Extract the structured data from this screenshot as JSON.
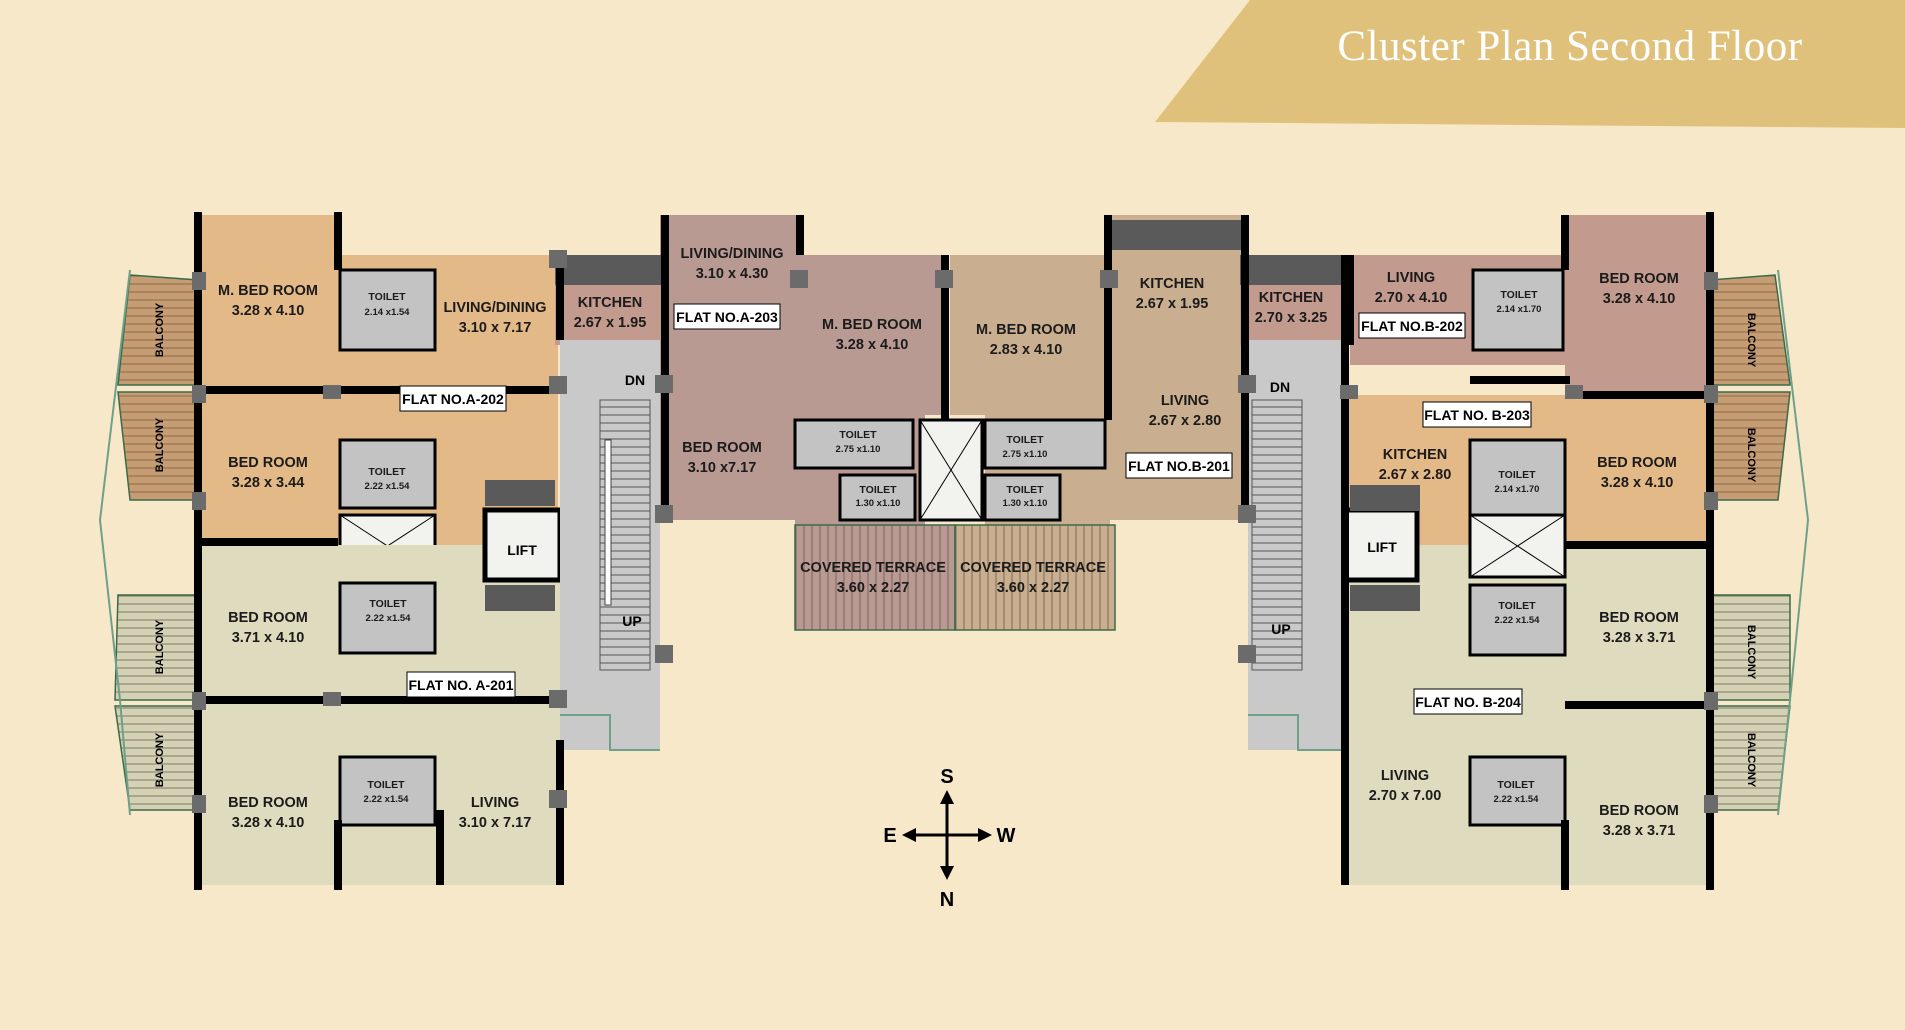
{
  "title": "Cluster Plan Second Floor",
  "colors": {
    "background": "#f7e8c9",
    "ribbon": "#e0c17c",
    "flat_a202": "#e3b987",
    "flat_a201": "#dedbbf",
    "flat_a203": "#b99a93",
    "flat_b201": "#c9ae90",
    "flat_b202": "#c29a8e",
    "flat_b203": "#e3b987",
    "flat_b204": "#dedbbf",
    "toilet": "#c3c3c3",
    "wall": "#000000",
    "lift_shaft": "#c9c9c9"
  },
  "flats": {
    "a202": "FLAT NO.A-202",
    "a201": "FLAT NO. A-201",
    "a203": "FLAT NO.A-203",
    "b201": "FLAT NO.B-201",
    "b202": "FLAT NO.B-202",
    "b203": "FLAT NO. B-203",
    "b204": "FLAT NO. B-204"
  },
  "rooms": {
    "a202_mbed": {
      "name": "M. BED ROOM",
      "dim": "3.28 x 4.10"
    },
    "a202_toilet": {
      "name": "TOILET",
      "dim": "2.14 x1.54"
    },
    "a202_living": {
      "name": "LIVING/DINING",
      "dim": "3.10 x 7.17"
    },
    "a202_kitchen": {
      "name": "KITCHEN",
      "dim": "2.67 x 1.95"
    },
    "a202_bed": {
      "name": "BED ROOM",
      "dim": "3.28 x 3.44"
    },
    "a202_toilet2": {
      "name": "TOILET",
      "dim": "2.22 x1.54"
    },
    "a201_bed": {
      "name": "BED ROOM",
      "dim": "3.71 x 4.10"
    },
    "a201_toilet": {
      "name": "TOILET",
      "dim": "2.22 x1.54"
    },
    "a201_bed2": {
      "name": "BED ROOM",
      "dim": "3.28 x 4.10"
    },
    "a201_toilet2": {
      "name": "TOILET",
      "dim": "2.22 x1.54"
    },
    "a201_living": {
      "name": "LIVING",
      "dim": "3.10 x 7.17"
    },
    "a203_living": {
      "name": "LIVING/DINING",
      "dim": "3.10 x 4.30"
    },
    "a203_bed": {
      "name": "BED ROOM",
      "dim": "3.10 x7.17"
    },
    "a203_mbed": {
      "name": "M. BED ROOM",
      "dim": "3.28 x 4.10"
    },
    "a203_toilet": {
      "name": "TOILET",
      "dim": "2.75 x1.10"
    },
    "a203_toilet2": {
      "name": "TOILET",
      "dim": "1.30 x1.10"
    },
    "a203_terrace": {
      "name": "COVERED TERRACE",
      "dim": "3.60 x 2.27"
    },
    "b201_mbed": {
      "name": "M. BED ROOM",
      "dim": "2.83 x 4.10"
    },
    "b201_kitchen": {
      "name": "KITCHEN",
      "dim": "2.67 x 1.95"
    },
    "b201_living": {
      "name": "LIVING",
      "dim": "2.67 x 2.80"
    },
    "b201_toilet": {
      "name": "TOILET",
      "dim": "2.75 x1.10"
    },
    "b201_toilet2": {
      "name": "TOILET",
      "dim": "1.30 x1.10"
    },
    "b201_terrace": {
      "name": "COVERED TERRACE",
      "dim": "3.60 x 2.27"
    },
    "b202_kitchen": {
      "name": "KITCHEN",
      "dim": "2.70 x 3.25"
    },
    "b202_living": {
      "name": "LIVING",
      "dim": "2.70 x 4.10"
    },
    "b202_toilet": {
      "name": "TOILET",
      "dim": "2.14 x1.70"
    },
    "b202_bed": {
      "name": "BED ROOM",
      "dim": "3.28 x 4.10"
    },
    "b203_kitchen": {
      "name": "KITCHEN",
      "dim": "2.67 x 2.80"
    },
    "b203_toilet": {
      "name": "TOILET",
      "dim": "2.14 x1.70"
    },
    "b203_bed": {
      "name": "BED ROOM",
      "dim": "3.28 x 4.10"
    },
    "b204_toilet": {
      "name": "TOILET",
      "dim": "2.22 x1.54"
    },
    "b204_bed": {
      "name": "BED ROOM",
      "dim": "3.28 x 3.71"
    },
    "b204_living": {
      "name": "LIVING",
      "dim": "2.70 x 7.00"
    },
    "b204_toilet2": {
      "name": "TOILET",
      "dim": "2.22 x1.54"
    },
    "b204_bed2": {
      "name": "BED ROOM",
      "dim": "3.28 x 3.71"
    }
  },
  "labels": {
    "lift": "LIFT",
    "dn": "DN",
    "up": "UP",
    "balcony": "BALCONY"
  },
  "compass": {
    "n": "N",
    "s": "S",
    "e": "E",
    "w": "W"
  }
}
